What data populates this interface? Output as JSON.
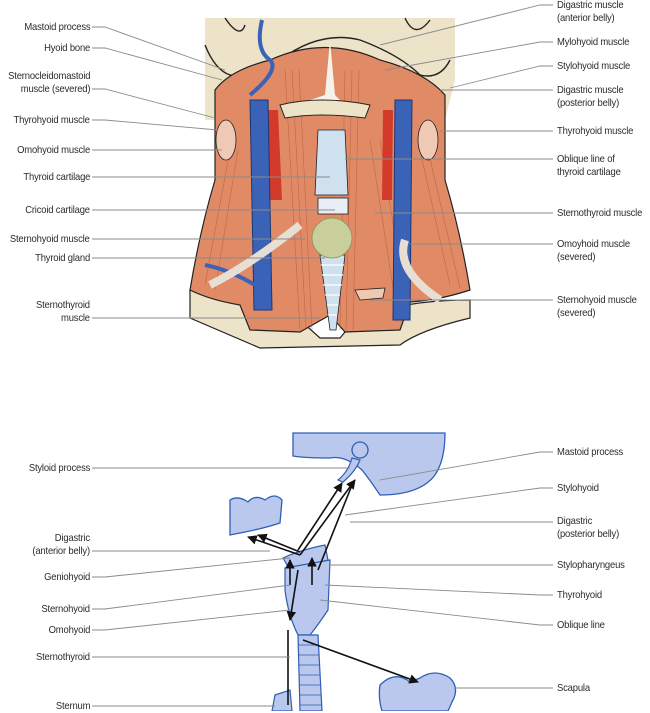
{
  "figures": [
    {
      "id": "top",
      "description": "Anterior view of the neck showing the infrahyoid and suprahyoid muscles",
      "labels_left": [
        {
          "text": "Mastoid process"
        },
        {
          "text": "Hyoid bone"
        },
        {
          "text": "Sternocleidomastoid\nmuscle (severed)"
        },
        {
          "text": "Thyrohyoid muscle"
        },
        {
          "text": "Omohyoid muscle"
        },
        {
          "text": "Thyroid cartilage"
        },
        {
          "text": "Cricoid cartilage"
        },
        {
          "text": "Sternohyoid muscle"
        },
        {
          "text": "Thyroid gland"
        },
        {
          "text": "Sternothyroid\nmuscle"
        }
      ],
      "labels_right": [
        {
          "text": "Digastric muscle\n(anterior belly)"
        },
        {
          "text": "Mylohyoid muscle"
        },
        {
          "text": "Stylohyoid muscle"
        },
        {
          "text": "Digastric muscle\n(posterior belly)"
        },
        {
          "text": "Thyrohyoid muscle"
        },
        {
          "text": "Oblique line of\nthyroid cartilage"
        },
        {
          "text": "Sternothyroid muscle"
        },
        {
          "text": "Omoyhoid muscle\n(severed)"
        },
        {
          "text": "Sternohyoid muscle\n(severed)"
        }
      ]
    },
    {
      "id": "bottom",
      "description": "Schematic of hyoid muscle attachments and lines of action",
      "labels_left": [
        {
          "text": "Styloid process"
        },
        {
          "text": "Digastric\n(anterior belly)"
        },
        {
          "text": "Geniohyoid"
        },
        {
          "text": "Sternohyoid"
        },
        {
          "text": "Omohyoid"
        },
        {
          "text": "Sternothyroid"
        },
        {
          "text": "Sternum"
        }
      ],
      "labels_right": [
        {
          "text": "Mastoid process"
        },
        {
          "text": "Stylohyoid"
        },
        {
          "text": "Digastric\n(posterior belly)"
        },
        {
          "text": "Stylopharyngeus"
        },
        {
          "text": "Thyrohyoid"
        },
        {
          "text": "Oblique line"
        },
        {
          "text": "Scapula"
        }
      ]
    }
  ],
  "colors": {
    "muscle": "#e08a66",
    "muscle_dark": "#c4603e",
    "bone": "#ece3c8",
    "vein": "#3a63b8",
    "artery": "#d43a2a",
    "cartilage": "#cfe0ef",
    "thyroid_gland": "#c9cf9a",
    "schematic_fill": "#b9c8ec",
    "schematic_stroke": "#2f5fb3",
    "leader": "#8a8a8a",
    "label_text": "#2b2b2b"
  }
}
